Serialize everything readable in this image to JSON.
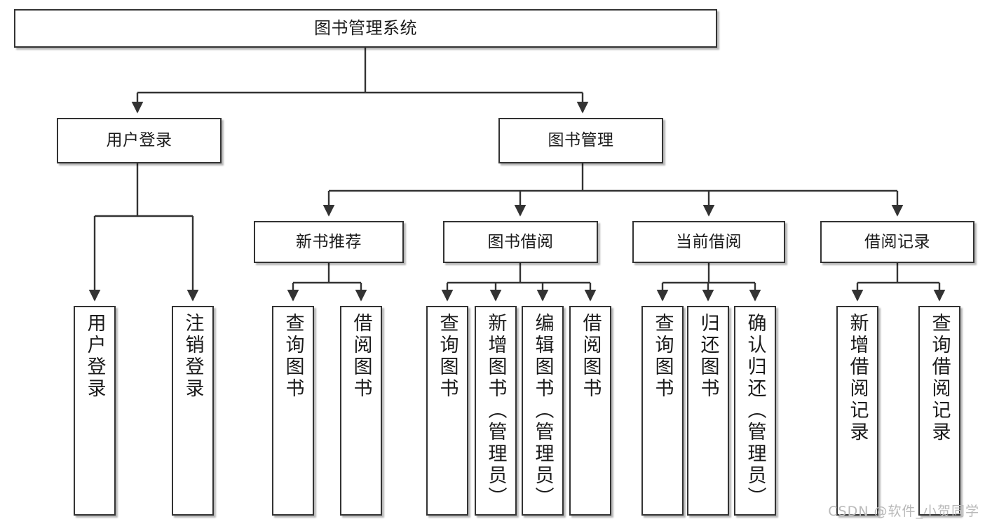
{
  "diagram": {
    "title": "图书管理系统",
    "watermark": "CSDN @软件_小贺同学",
    "line_color": "#333333",
    "box_fill": "#ffffff",
    "text_color": "#1b1b1b",
    "nodes": {
      "root": "图书管理系统",
      "user_login": "用户登录",
      "book_manage": "图书管理",
      "new_book_rec": "新书推荐",
      "book_borrow": "图书借阅",
      "current_borrow": "当前借阅",
      "borrow_record": "借阅记录",
      "leaf_user_login": "用户登录",
      "leaf_logout_login": "注销登录",
      "leaf_query_book_1": "查询图书",
      "leaf_borrow_book_1": "借阅图书",
      "leaf_query_book_2": "查询图书",
      "leaf_add_book_admin": "新增图书（管理员）",
      "leaf_edit_book_admin": "编辑图书（管理员）",
      "leaf_borrow_book_2": "借阅图书",
      "leaf_query_book_3": "查询图书",
      "leaf_return_book": "归还图书",
      "leaf_confirm_return_admin": "确认归还（管理员）",
      "leaf_add_borrow_record": "新增借阅记录",
      "leaf_query_borrow_record": "查询借阅记录"
    }
  }
}
